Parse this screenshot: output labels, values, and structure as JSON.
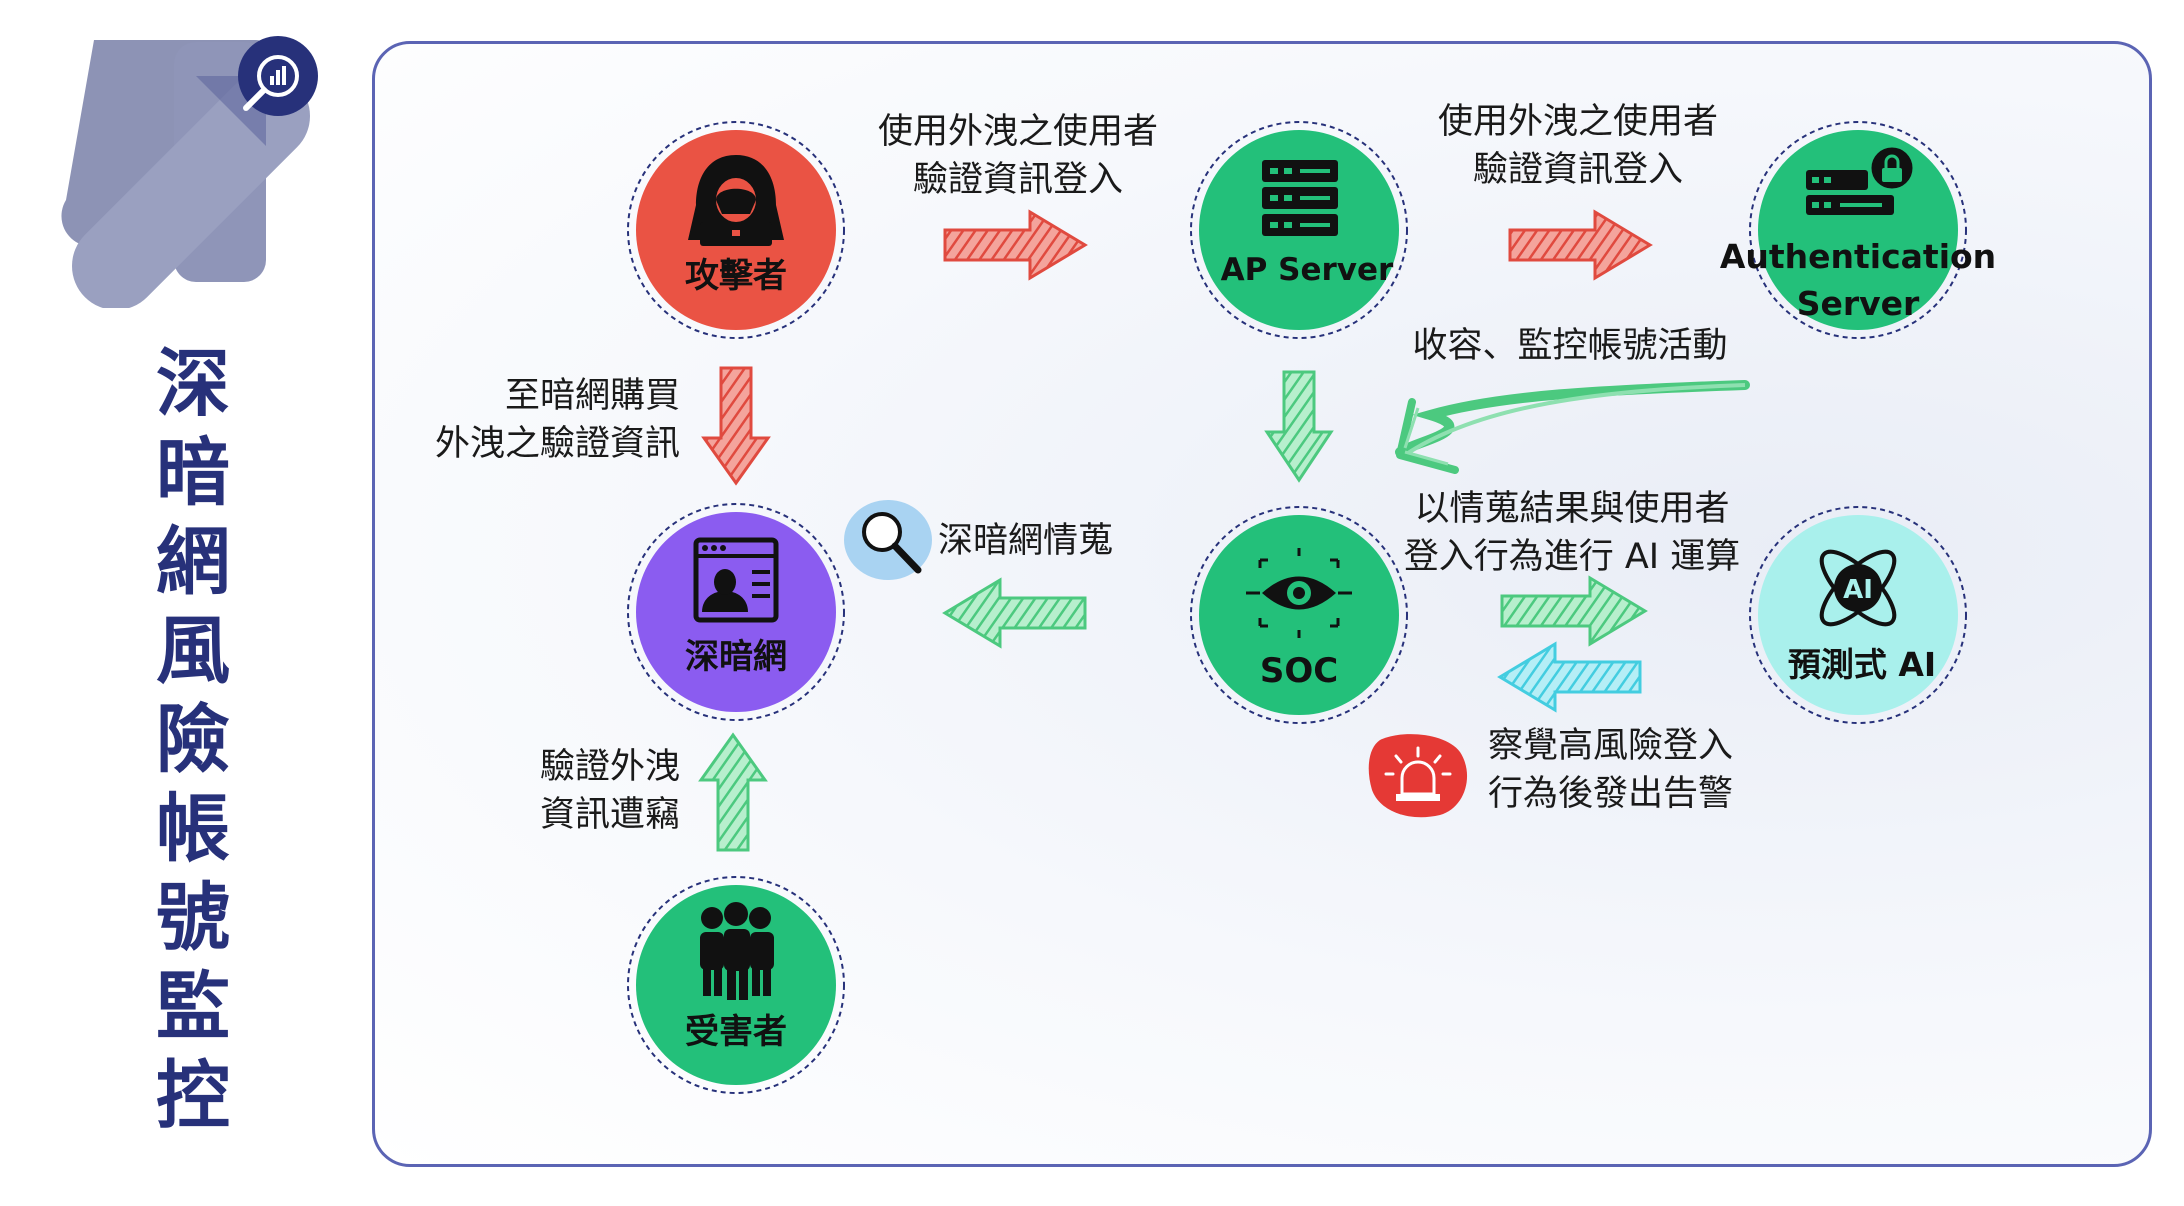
{
  "title": "深暗網風險帳號監控",
  "nodes": {
    "attacker": "攻擊者",
    "ap_server": "AP Server",
    "auth_server_line1": "Authentication",
    "auth_server_line2": "Server",
    "darkweb": "深暗網",
    "soc": "SOC",
    "ai": "預測式 AI",
    "ai_badge": "AI",
    "victim": "受害者"
  },
  "labels": {
    "attacker_to_ap_1": "使用外洩之使用者",
    "attacker_to_ap_2": "驗證資訊登入",
    "ap_to_auth_1": "使用外洩之使用者",
    "ap_to_auth_2": "驗證資訊登入",
    "collect": "收容、監控帳號活動",
    "buy_1": "至暗網購買",
    "buy_2": "外洩之驗證資訊",
    "intel": "深暗網情蒐",
    "compute_1": "以情蒐結果與使用者",
    "compute_2": "登入行為進行 AI 運算",
    "verify_1": "驗證外洩",
    "verify_2": "資訊遭竊",
    "alert_1": "察覺高風險登入",
    "alert_2": "行為後發出告警"
  },
  "colors": {
    "title": "#27317a",
    "border": "#5b64b4",
    "attacker": "#ea5344",
    "green": "#23c07a",
    "darkweb": "#8b5cf0",
    "ai": "#a9f0ec",
    "arrow_red": "#e04a3f",
    "arrow_green": "#58d68d",
    "arrow_cyan": "#4fd4e6",
    "alert": "#e53935"
  }
}
